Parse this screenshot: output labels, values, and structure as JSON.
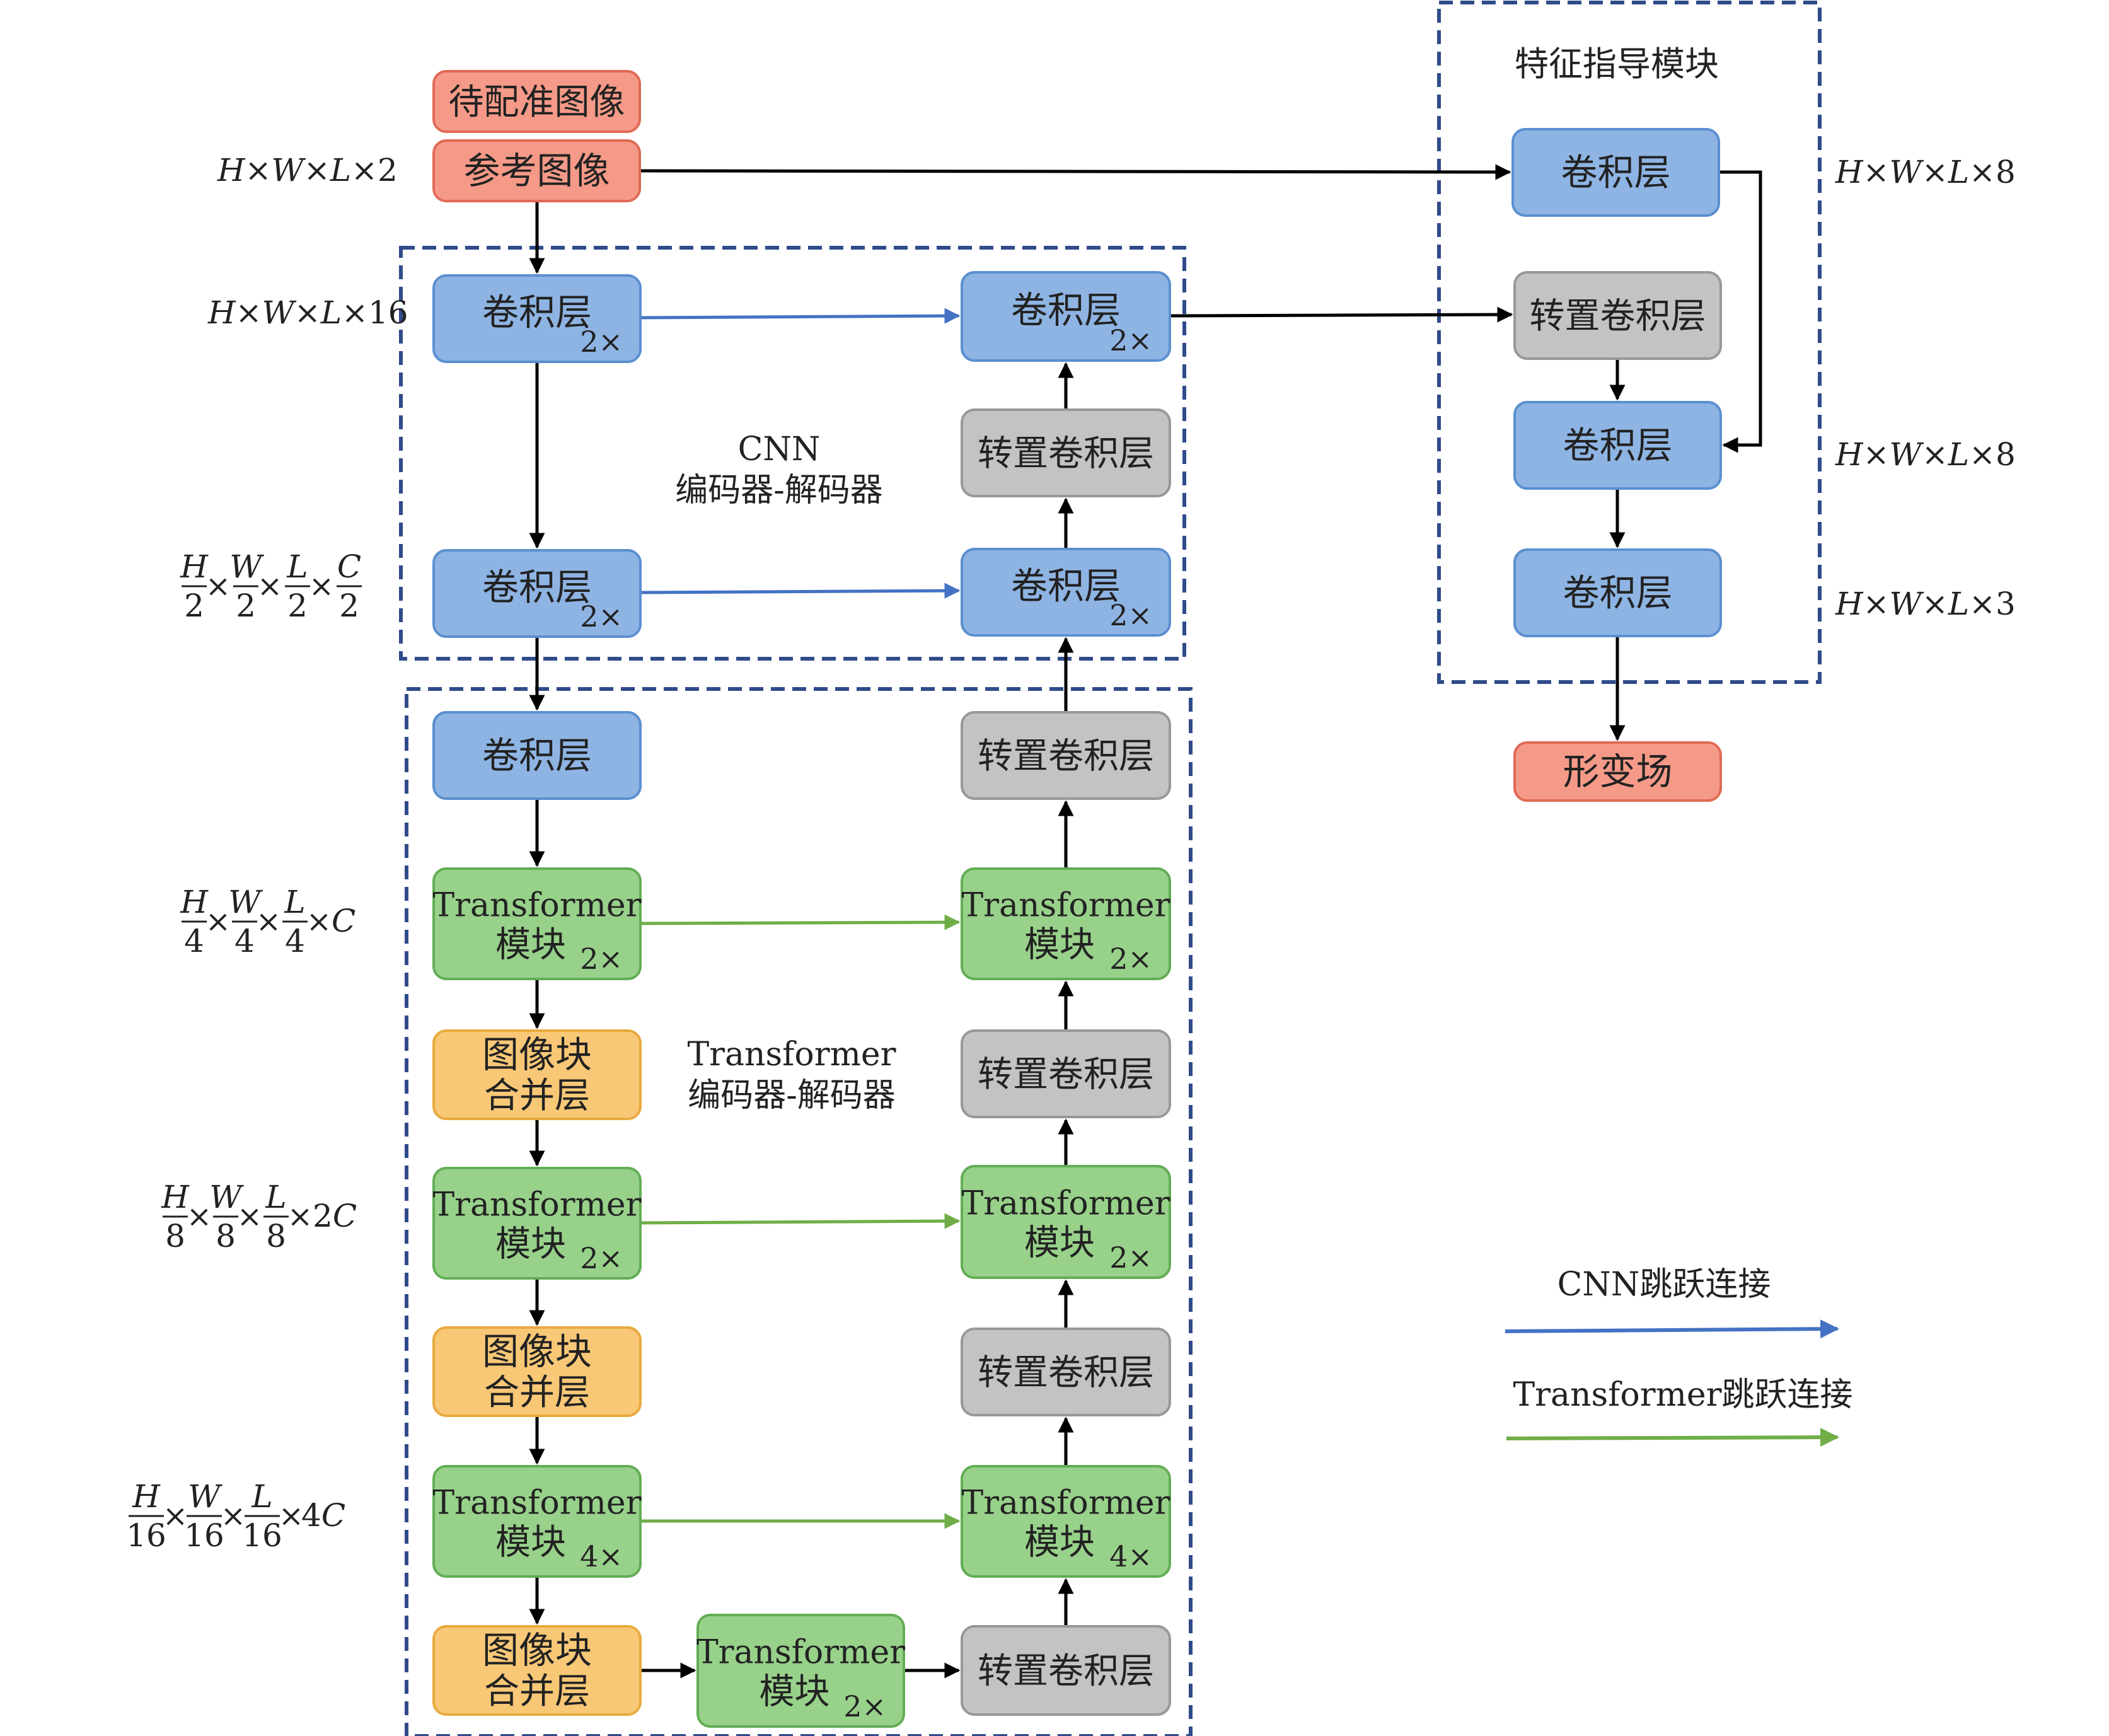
{
  "colors": {
    "blue": "#8eb4e3",
    "blue_border": "#5b8fd0",
    "gray": "#c3c3c3",
    "gray_border": "#989898",
    "green": "#98d18a",
    "green_border": "#62ad55",
    "orange": "#f8c877",
    "orange_border": "#e8aa3e",
    "red": "#f59a88",
    "red_border": "#e06a55",
    "dash": "#2f4b8a",
    "cnn_skip": "#4472c4",
    "trans_skip": "#70ad47",
    "arrow": "#000000"
  },
  "nodes": {
    "moving_image": {
      "label": "待配准图像"
    },
    "reference_image": {
      "label": "参考图像"
    },
    "conv_enc_1": {
      "label": "卷积层",
      "repeat": "2×"
    },
    "conv_enc_2": {
      "label": "卷积层",
      "repeat": "2×"
    },
    "conv_dec_1": {
      "label": "卷积层",
      "repeat": "2×"
    },
    "conv_dec_2": {
      "label": "卷积层",
      "repeat": "2×"
    },
    "tconv_dec_1": {
      "label": "转置卷积层"
    },
    "conv_t_in": {
      "label": "卷积层"
    },
    "tconv_t_out": {
      "label": "转置卷积层"
    },
    "trans_enc_1": {
      "line1": "Transformer",
      "line2": "模块",
      "repeat": "2×"
    },
    "trans_dec_1": {
      "line1": "Transformer",
      "line2": "模块",
      "repeat": "2×"
    },
    "merge_1": {
      "line1": "图像块",
      "line2": "合并层"
    },
    "tconv_t_1": {
      "label": "转置卷积层"
    },
    "trans_enc_2": {
      "line1": "Transformer",
      "line2": "模块",
      "repeat": "2×"
    },
    "trans_dec_2": {
      "line1": "Transformer",
      "line2": "模块",
      "repeat": "2×"
    },
    "merge_2": {
      "line1": "图像块",
      "line2": "合并层"
    },
    "tconv_t_2": {
      "label": "转置卷积层"
    },
    "trans_enc_3": {
      "line1": "Transformer",
      "line2": "模块",
      "repeat": "4×"
    },
    "trans_dec_3": {
      "line1": "Transformer",
      "line2": "模块",
      "repeat": "4×"
    },
    "merge_3": {
      "line1": "图像块",
      "line2": "合并层"
    },
    "trans_bottleneck": {
      "line1": "Transformer",
      "line2": "模块",
      "repeat": "2×"
    },
    "tconv_t_3": {
      "label": "转置卷积层"
    },
    "fg_conv_1": {
      "label": "卷积层"
    },
    "fg_tconv": {
      "label": "转置卷积层"
    },
    "fg_conv_2": {
      "label": "卷积层"
    },
    "fg_conv_3": {
      "label": "卷积层"
    },
    "deformation_field": {
      "label": "形变场"
    }
  },
  "groups": {
    "cnn": {
      "line1": "CNN",
      "line2": "编码器-解码器"
    },
    "transformer": {
      "line1": "Transformer",
      "line2": "编码器-解码器"
    },
    "feature_guide": {
      "title": "特征指导模块"
    }
  },
  "dimensions": {
    "input": {
      "H": "H",
      "W": "W",
      "L": "L",
      "tail": "2"
    },
    "level0": {
      "H": "H",
      "W": "W",
      "L": "L",
      "tail": "16"
    },
    "level1": {
      "num": [
        "H",
        "W",
        "L",
        "C"
      ],
      "den": [
        "2",
        "2",
        "2",
        "2"
      ],
      "tail": ""
    },
    "level2": {
      "num": [
        "H",
        "W",
        "L"
      ],
      "den": [
        "4",
        "4",
        "4"
      ],
      "tail": "C"
    },
    "level3": {
      "num": [
        "H",
        "W",
        "L"
      ],
      "den": [
        "8",
        "8",
        "8"
      ],
      "tail": "2C"
    },
    "level4": {
      "num": [
        "H",
        "W",
        "L"
      ],
      "den": [
        "16",
        "16",
        "16"
      ],
      "tail": "4C"
    },
    "fg_out_1": {
      "H": "H",
      "W": "W",
      "L": "L",
      "tail": "8"
    },
    "fg_out_2": {
      "H": "H",
      "W": "W",
      "L": "L",
      "tail": "8"
    },
    "fg_out_3": {
      "H": "H",
      "W": "W",
      "L": "L",
      "tail": "3"
    }
  },
  "legend": {
    "cnn_skip": "CNN跳跃连接",
    "transformer_skip": "Transformer跳跃连接"
  }
}
